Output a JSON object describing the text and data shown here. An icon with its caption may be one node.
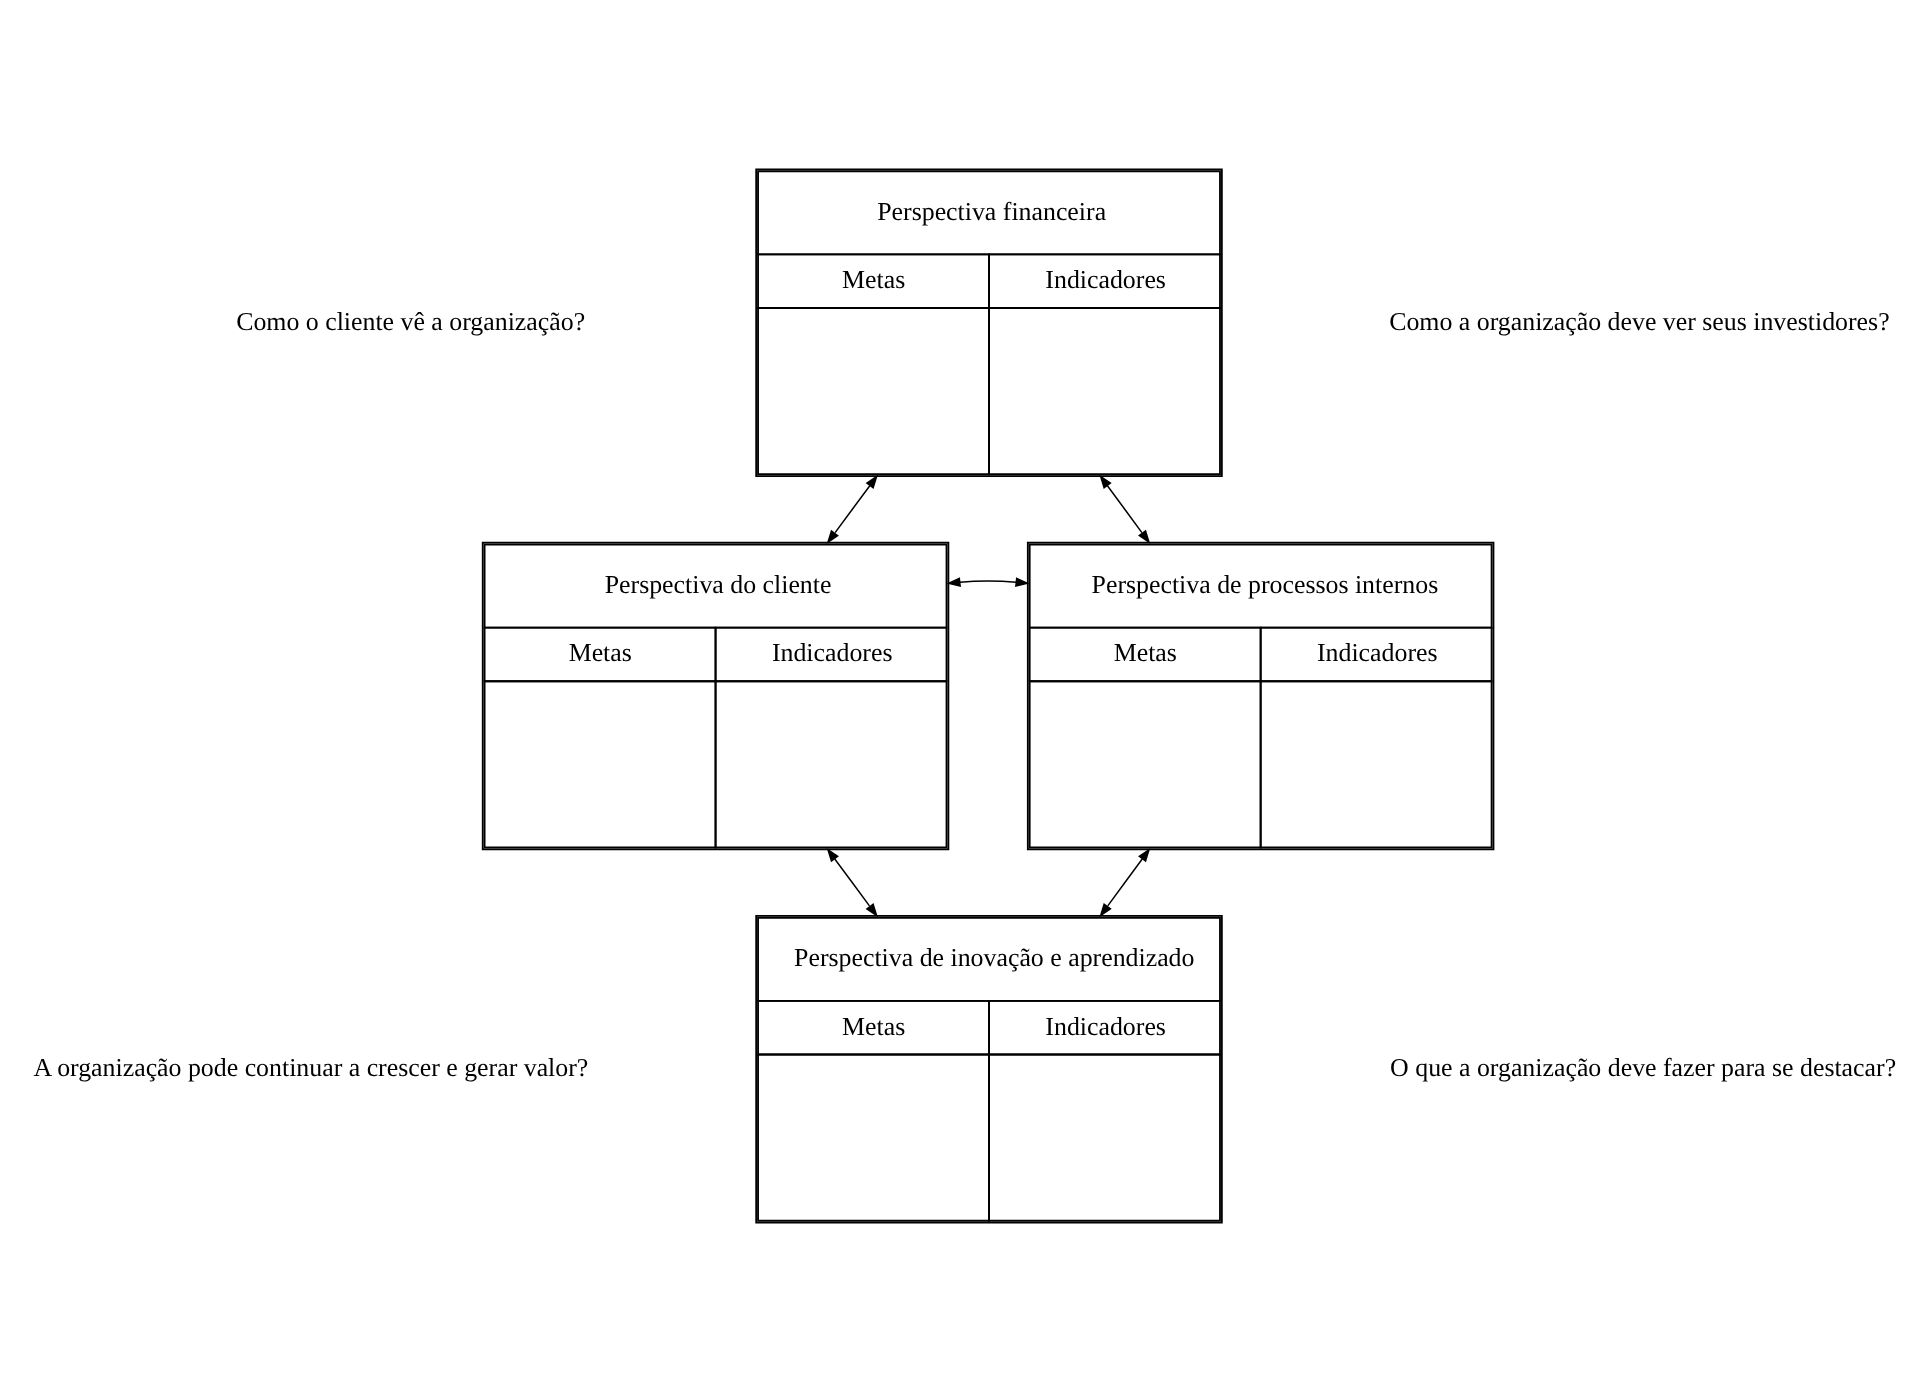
{
  "diagram": {
    "nodes": [
      {
        "text": [
          "Perspectiva financeira",
          "Metas",
          "Indicadores"
        ]
      },
      {
        "text": [
          "Perspectiva do cliente",
          "Metas",
          "Indicadores"
        ]
      },
      {
        "text": [
          "Perspectiva de processos internos",
          "Metas",
          "Indicadores"
        ]
      },
      {
        "text": [
          "Perspectiva de inovação e aprendizado",
          "Metas",
          "Indicadores"
        ]
      }
    ],
    "edges": [
      {
        "from": 0,
        "to": 1,
        "arrow": "both"
      },
      {
        "from": 0,
        "to": 2,
        "arrow": "both"
      },
      {
        "from": 1,
        "to": 2,
        "arrow": "both"
      },
      {
        "from": 1,
        "to": 3,
        "arrow": "both"
      },
      {
        "from": 2,
        "to": 3,
        "arrow": "both"
      }
    ],
    "labels": [
      "Como o cliente vê a organização?",
      "Como a organização deve ver seus investidores?",
      "A organização pode continuar a crescer e gerar valor?",
      "O que a organização deve fazer para se destacar?"
    ]
  }
}
